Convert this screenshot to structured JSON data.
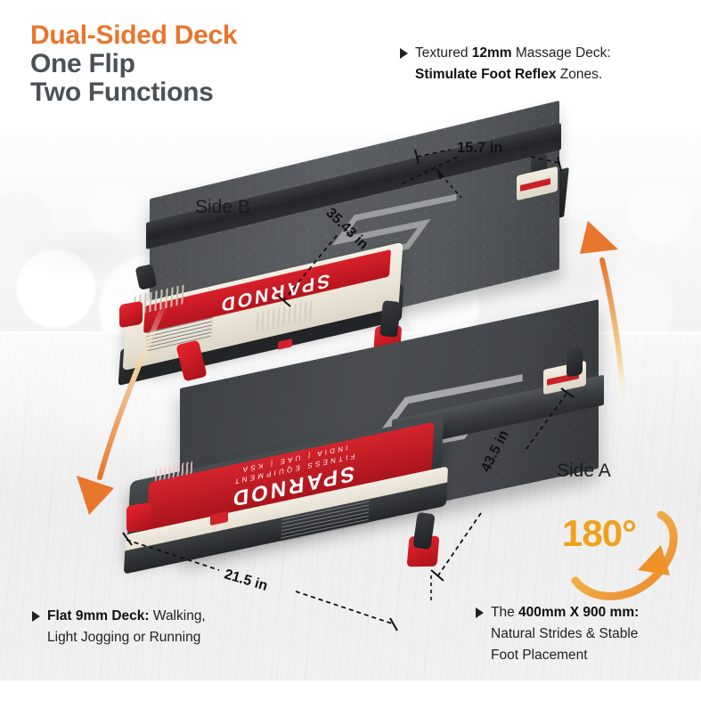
{
  "headline": {
    "line1": "Dual-Sided Deck",
    "line2": "One Flip",
    "line3": "Two Functions",
    "accent_color": "#E8762C",
    "dark_color": "#4C5155"
  },
  "bullets": {
    "top_right": {
      "line1_pre": "Textured ",
      "line1_bold": "12mm",
      "line1_post": " Massage Deck:",
      "line2_bold": "Stimulate Foot Reflex",
      "line2_post": " Zones."
    },
    "bottom_left": {
      "line1_bold": "Flat 9mm Deck:",
      "line1_post": " Walking,",
      "line2": "Light Jogging or Running"
    },
    "bottom_right": {
      "line1_pre": "The ",
      "line1_bold": "400mm X 900 mm:",
      "line2": "Natural Strides & Stable",
      "line3": "Foot Placement"
    }
  },
  "dimensions": {
    "width_top": "15.7 in",
    "length_top": "35.43 in",
    "width_bottom": "21.5 in",
    "length_bottom": "43.5 in"
  },
  "labels": {
    "side_b": "Side B",
    "side_a": "Side A",
    "badge_180": "180°"
  },
  "product": {
    "brand": "SPARNOD",
    "brand_sub": "FITNESS EQUIPMENT",
    "regions": "INDIA | UAE | KSA",
    "deck_logo": "S"
  },
  "colors": {
    "orange": "#E8762C",
    "amber": "#F0A01E",
    "red": "#D4242C",
    "dark_gray": "#4C5155",
    "deck_gray": "#4A4D50"
  }
}
